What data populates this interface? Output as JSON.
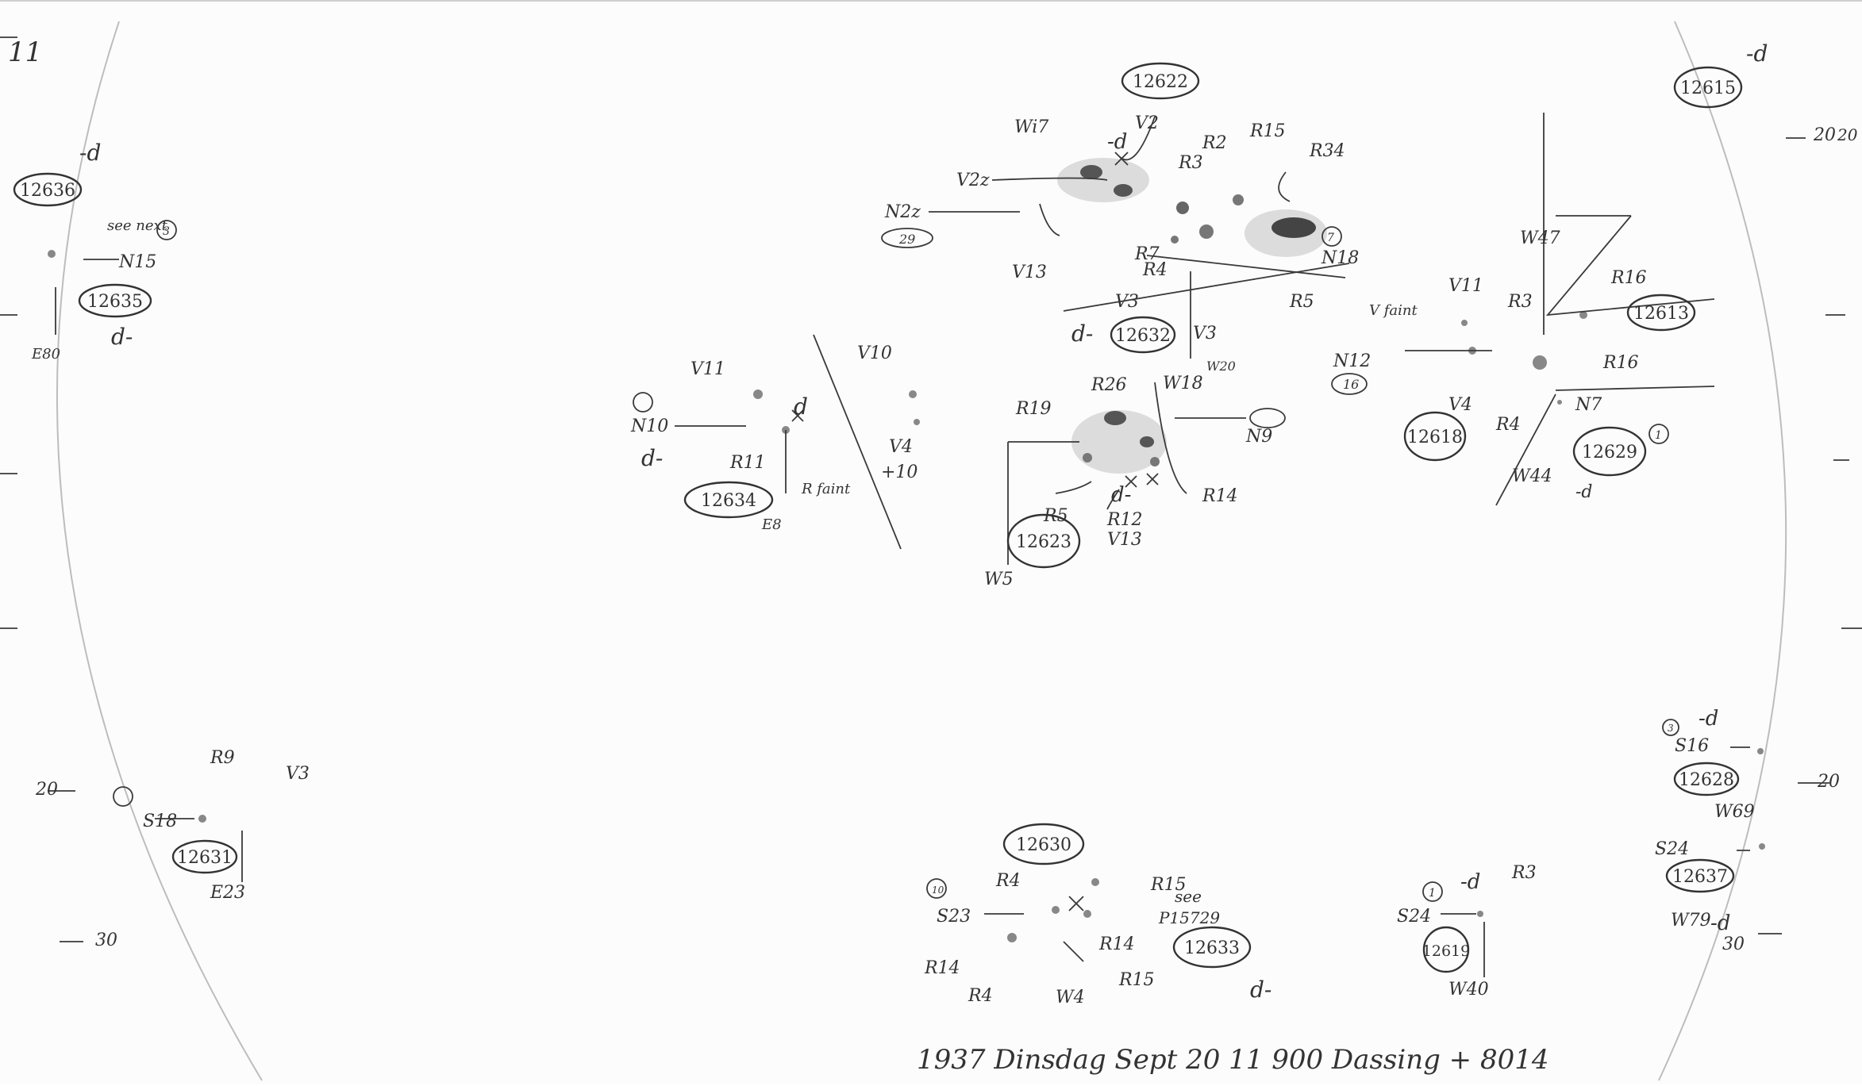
{
  "page": {
    "page_number": "11",
    "caption": "1937 Dinsdag Sept 20 11 900 Dassing + 8014"
  },
  "plate_ids": [
    "12615",
    "12622",
    "12613",
    "12632",
    "12618",
    "12629",
    "12634",
    "12623",
    "12636",
    "12635",
    "12630",
    "12633",
    "12619",
    "12637",
    "12628",
    "12631"
  ],
  "labels": {
    "m1": "Wi7",
    "m2": "V2",
    "m3": "V2z",
    "m4": "N2z",
    "m5": "29",
    "m6": "V13",
    "m7": "R7",
    "m8": "R4",
    "m9": "R3",
    "m10": "R2",
    "m11": "R15",
    "m12": "R34",
    "m13": "N18",
    "m14": "7",
    "m15": "V3",
    "m16": "V3",
    "m17": "W20",
    "m18": "W18",
    "m19": "R5",
    "m20": "W47",
    "m21": "R16",
    "m22": "V11",
    "m23": "V faint",
    "m24": "R3",
    "m25": "N12",
    "m26": "16",
    "m27": "R16",
    "m28": "V4",
    "m29": "R4",
    "m30": "N7",
    "m31": "1",
    "m32": "W44",
    "m33": "-d",
    "m34": "V11",
    "m35": "N10",
    "m36": "R11",
    "m37": "E8",
    "m38": "R faint",
    "m39": "V10",
    "m40": "V4",
    "m41": "+10",
    "m42": "R26",
    "m43": "R19",
    "m44": "N9",
    "m45": "R14",
    "m46": "R12",
    "m47": "R5",
    "m48": "V13",
    "m49": "W5",
    "m50": "d-",
    "m51": "d-",
    "m52": "-d",
    "m53": "d",
    "m54": "-d",
    "m55": "d-",
    "m56": "see next",
    "m57": "3",
    "m58": "N15",
    "m59": "E80",
    "m60": "20",
    "m61": "-d",
    "m62": "d-",
    "m63": "R9",
    "m64": "V3",
    "m65": "S18",
    "m66": "E23",
    "m67": "20",
    "m68": "30",
    "m69": "R15",
    "m70": "R4",
    "m71": "S23",
    "m72": "10",
    "m73": "see",
    "m74": "P15729",
    "m75": "R14",
    "m76": "R14",
    "m77": "W4",
    "m78": "R15",
    "m79": "R4",
    "m80": "d-",
    "m81": "R3",
    "m82": "-d",
    "m83": "1",
    "m84": "S24",
    "m85": "W40",
    "m86": "-d",
    "m87": "S16",
    "m88": "3",
    "m89": "W69",
    "m90": "20",
    "m91": "S24",
    "m92": "W79",
    "m93": "-d",
    "m94": "30",
    "m95": "20"
  }
}
